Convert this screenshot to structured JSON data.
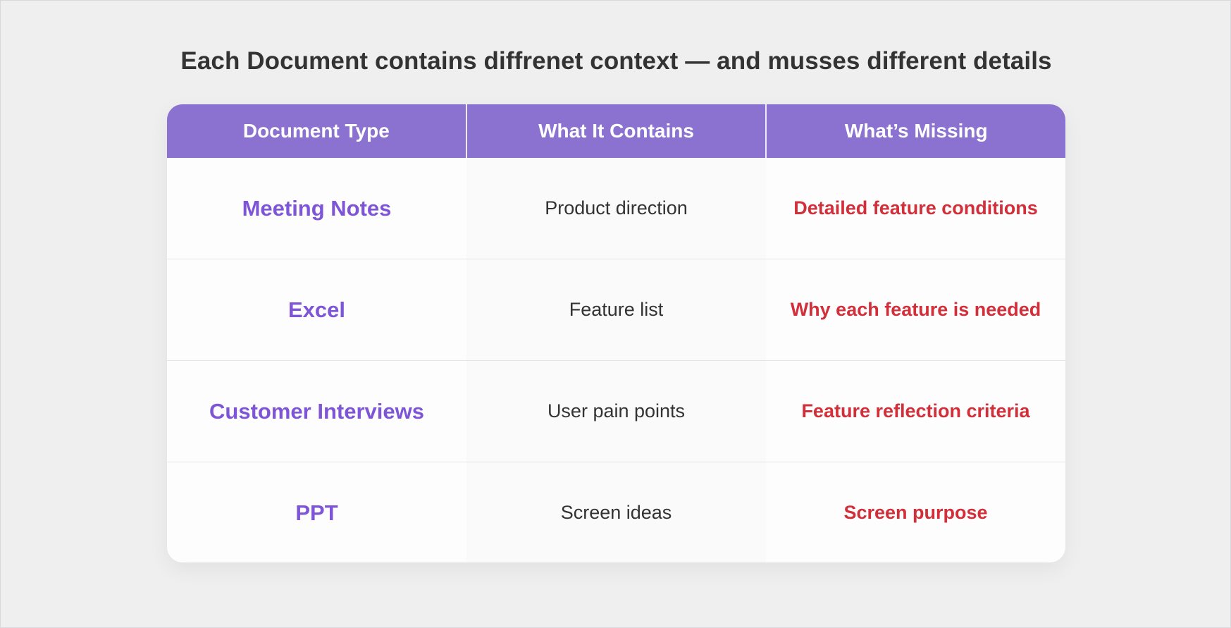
{
  "page": {
    "title": "Each Document contains diffrenet context — and musses different details"
  },
  "table": {
    "headers": [
      "Document Type",
      "What It Contains",
      "What’s Missing"
    ],
    "rows": [
      {
        "type": "Meeting Notes",
        "contains": "Product direction",
        "missing": "Detailed feature conditions"
      },
      {
        "type": "Excel",
        "contains": "Feature list",
        "missing": "Why each feature is needed"
      },
      {
        "type": "Customer Interviews",
        "contains": "User pain points",
        "missing": "Feature reflection criteria"
      },
      {
        "type": "PPT",
        "contains": "Screen ideas",
        "missing": "Screen purpose"
      }
    ]
  },
  "colors": {
    "background": "#efeff0",
    "header": "#8b72d0",
    "type_text": "#7d55d6",
    "missing_text": "#d12f39",
    "body_text": "#333333"
  }
}
